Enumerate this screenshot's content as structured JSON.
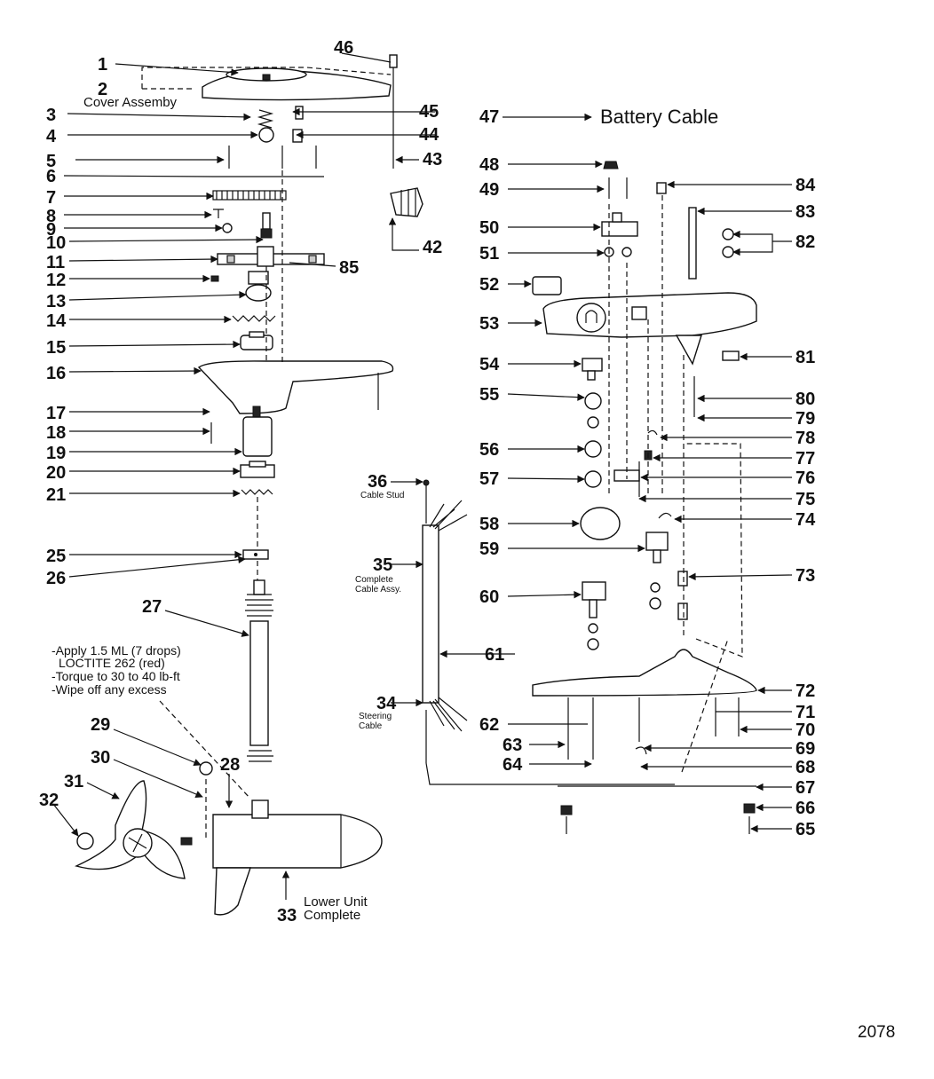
{
  "callouts": {
    "c1": "1",
    "c2": "2",
    "c3": "3",
    "c4": "4",
    "c5": "5",
    "c6": "6",
    "c7": "7",
    "c8": "8",
    "c9": "9",
    "c10": "10",
    "c11": "11",
    "c12": "12",
    "c13": "13",
    "c14": "14",
    "c15": "15",
    "c16": "16",
    "c17": "17",
    "c18": "18",
    "c19": "19",
    "c20": "20",
    "c21": "21",
    "c25": "25",
    "c26": "26",
    "c27": "27",
    "c28": "28",
    "c29": "29",
    "c30": "30",
    "c31": "31",
    "c32": "32",
    "c33": "33",
    "c34": "34",
    "c35": "35",
    "c36": "36",
    "c42": "42",
    "c43": "43",
    "c44": "44",
    "c45": "45",
    "c46": "46",
    "c47": "47",
    "c48": "48",
    "c49": "49",
    "c50": "50",
    "c51": "51",
    "c52": "52",
    "c53": "53",
    "c54": "54",
    "c55": "55",
    "c56": "56",
    "c57": "57",
    "c58": "58",
    "c59": "59",
    "c60": "60",
    "c61": "61",
    "c62": "62",
    "c63": "63",
    "c64": "64",
    "c65": "65",
    "c66": "66",
    "c67": "67",
    "c68": "68",
    "c69": "69",
    "c70": "70",
    "c71": "71",
    "c72": "72",
    "c73": "73",
    "c74": "74",
    "c75": "75",
    "c76": "76",
    "c77": "77",
    "c78": "78",
    "c79": "79",
    "c80": "80",
    "c81": "81",
    "c82": "82",
    "c83": "83",
    "c84": "84",
    "c85": "85"
  },
  "labels": {
    "cover_assembly": "Cover Assemby",
    "battery_cable": "Battery Cable",
    "cable_stud": "Cable Stud",
    "complete_cable_line1": "Complete",
    "complete_cable_line2": "Cable Assy.",
    "steering_cable_line1": "Steering",
    "steering_cable_line2": "Cable",
    "lower_unit_line1": "Lower Unit",
    "lower_unit_line2": "Complete"
  },
  "note": {
    "line1": "-Apply 1.5 ML (7 drops)",
    "line2": "LOCTITE 262 (red)",
    "line3": "-Torque to 30 to 40 lb-ft",
    "line4": "-Wipe off any excess"
  },
  "diagram_number": "2078"
}
